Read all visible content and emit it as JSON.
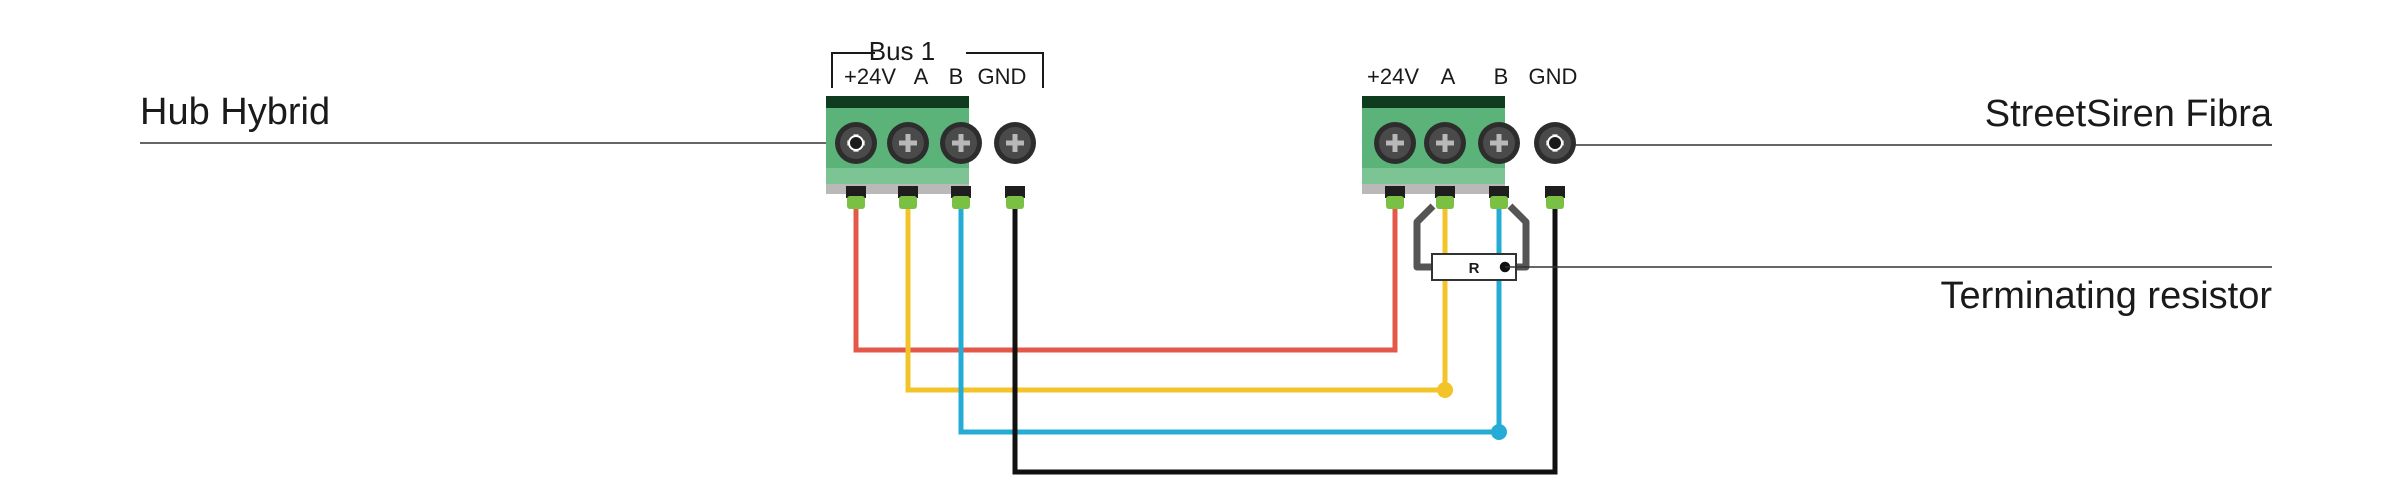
{
  "labels": {
    "hub": "Hub Hybrid",
    "siren": "StreetSiren Fibra",
    "resistor": "Terminating resistor",
    "bus": "Bus 1",
    "resistor_mark": "R"
  },
  "hub_terminals": [
    "+24V",
    "A",
    "B",
    "GND"
  ],
  "siren_terminals": [
    "+24V",
    "A",
    "B",
    "GND"
  ],
  "colors": {
    "plus24v": "#e4584a",
    "a": "#f2c42a",
    "b": "#24acd6",
    "gnd": "#111111",
    "terminal_body": "#5cb37a",
    "terminal_top": "#0f3b1e",
    "pin": "#7ac143",
    "leader_line": "#333333"
  }
}
